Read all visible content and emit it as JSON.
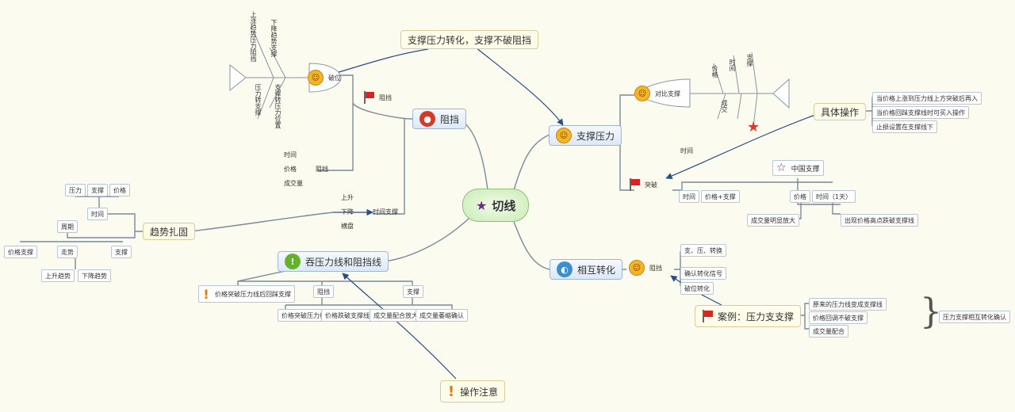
{
  "central": {
    "label": "切线",
    "icon": "star-icon",
    "color": "#c9ecb5"
  },
  "branches": {
    "zhicheng": {
      "label": "支撑压力"
    },
    "zhuanhua": {
      "label": "相互转化"
    },
    "shengya": {
      "label": "吞压力线和阻挡线"
    },
    "leftmid": {
      "label": "趋势扎固"
    },
    "upper": {
      "label": "阻挡"
    }
  },
  "callouts": {
    "top": "支撑压力转化，支撑不破阻挡",
    "right": "具体操作",
    "bottom": "操作注意",
    "lowerright": "案例：压力支支撑"
  },
  "labels": {
    "fish_right_head": "对比支撑",
    "flag_right": "突破",
    "fish_left_head": "破位",
    "flag_upper": "阻挡",
    "face_lower": "阻挡",
    "star_node": "中国支撑",
    "arrow_target": "时间支撑"
  },
  "leaves": {
    "right_list": [
      "当价格上涨到压力线上方突破后再入",
      "当价格回踩支撑线时可买入操作",
      "止损设置在支撑线下"
    ],
    "right_row1": [
      "时间",
      "价格+支撑"
    ],
    "right_row2": [
      "价格",
      "时间（1天）"
    ],
    "right_row3": [
      "成交量明显放大",
      "出现价格高点跌破支撑线"
    ],
    "left_top": [
      "压力",
      "支撑",
      "价格"
    ],
    "left_mid": [
      "时间"
    ],
    "left_low": [
      "周期",
      "价格支撑",
      "走势"
    ],
    "left_low2": [
      "上升趋势",
      "下降趋势"
    ],
    "bottom_row": [
      "价格突破压力线后回踩支撑",
      "价格跌破支撑线反抽压力",
      "成交量配合放大确认",
      "成交量萎缩确认"
    ],
    "bottom_mid": [
      "阻挡",
      "支撑"
    ],
    "lower_right_top": [
      "支、压、转换",
      "确认转化信号",
      "破位转化"
    ],
    "lower_right_list": [
      "原来的压力线变成支撑线",
      "价格回调不破支撑",
      "成交量配合"
    ],
    "lower_far": "压力支撑相互转化确认",
    "upper_small": [
      "时间",
      "价格",
      "成交量"
    ],
    "mid_small": [
      "上升",
      "下降",
      "横盘"
    ]
  },
  "vertical_labels": {
    "top_left_a": "上涨趋势压力阻挡",
    "top_left_b": "下降趋势支撑",
    "bottom_left_a": "压力转支撑",
    "bottom_left_b": "支撑转压力位置",
    "right_a": "价格",
    "right_b": "时间",
    "right_c": "支撑",
    "right_d": "成交"
  },
  "colors": {
    "link": "#7a8a99",
    "arrow": "#2b4c8c",
    "zhuanhua_icon": "#3a8fd0",
    "upper_icon": "#d23a2a",
    "shengya_icon": "#62b32a"
  }
}
